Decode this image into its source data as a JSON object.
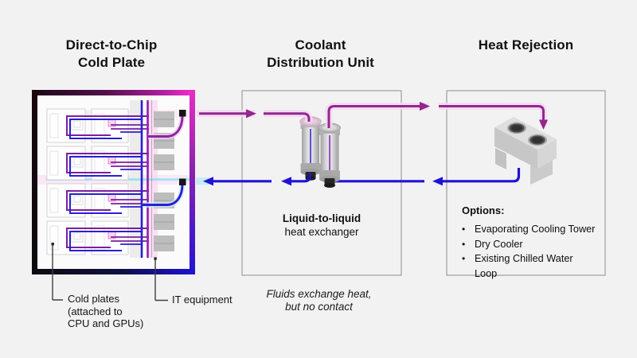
{
  "page": {
    "background": "#f3f2f3"
  },
  "colors": {
    "hot_loop": "#93278f",
    "hot_loop_bright": "#e92cc6",
    "hot_glow": "#f6d9f1",
    "cold_loop": "#2013d4",
    "cold_glow": "#c5ecf6",
    "rack_border_black": "#140611",
    "box_outline": "#8f8f8f"
  },
  "panels": {
    "direct_to_chip": {
      "title_line1": "Direct-to-Chip",
      "title_line2": "Cold Plate",
      "callouts": {
        "cold_plates": {
          "line1": "Cold plates",
          "line2": "(attached to",
          "line3": "CPU and GPUs)"
        },
        "it_equipment": {
          "label": "IT equipment"
        }
      }
    },
    "coolant_distribution": {
      "title_line1": "Coolant",
      "title_line2": "Distribution Unit",
      "label_bold": "Liquid-to-liquid",
      "label_rest": "heat exchanger",
      "caption_line1": "Fluids exchange heat,",
      "caption_line2": "but no contact"
    },
    "heat_rejection": {
      "title": "Heat Rejection",
      "options_heading": "Options:",
      "options": [
        "Evaporating Cooling Tower",
        "Dry Cooler",
        "Existing Chilled Water Loop"
      ],
      "bullet_glyph": "•"
    }
  }
}
